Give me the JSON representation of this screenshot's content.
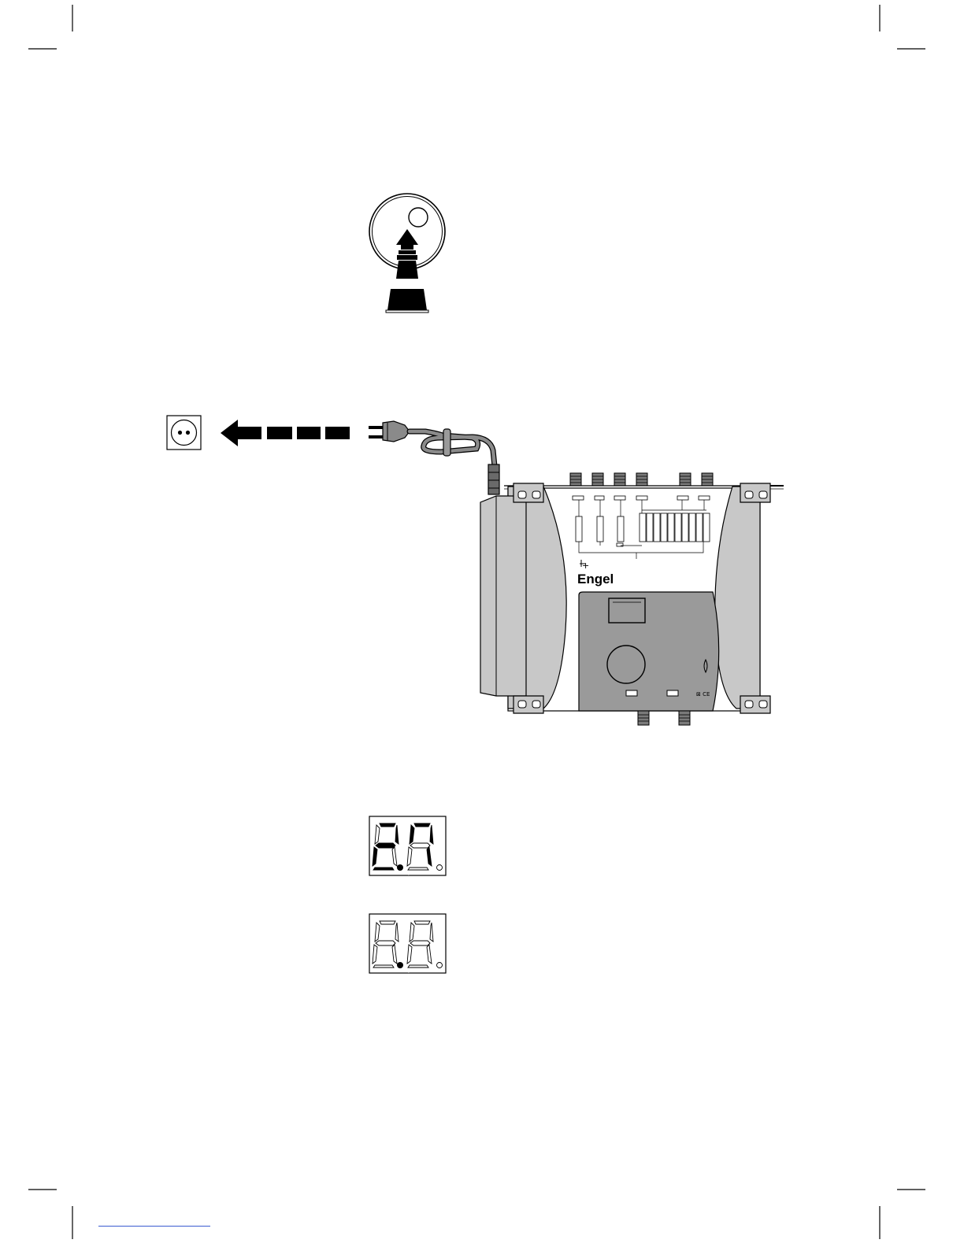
{
  "device": {
    "brand": "Engel",
    "housing_color": "#c8c8c8",
    "panel_color": "#9a9a9a"
  },
  "displays": {
    "first": {
      "digits": "2.7",
      "segments_lit": true
    },
    "second": {
      "digits": "8.8",
      "segments_lit": false
    }
  },
  "icons": [
    "press-knob-icon",
    "wall-socket-icon",
    "dashed-arrow-left-icon",
    "power-plug-icon"
  ],
  "colors": {
    "ink": "#000000",
    "link_rule": "#3a5bd0"
  }
}
